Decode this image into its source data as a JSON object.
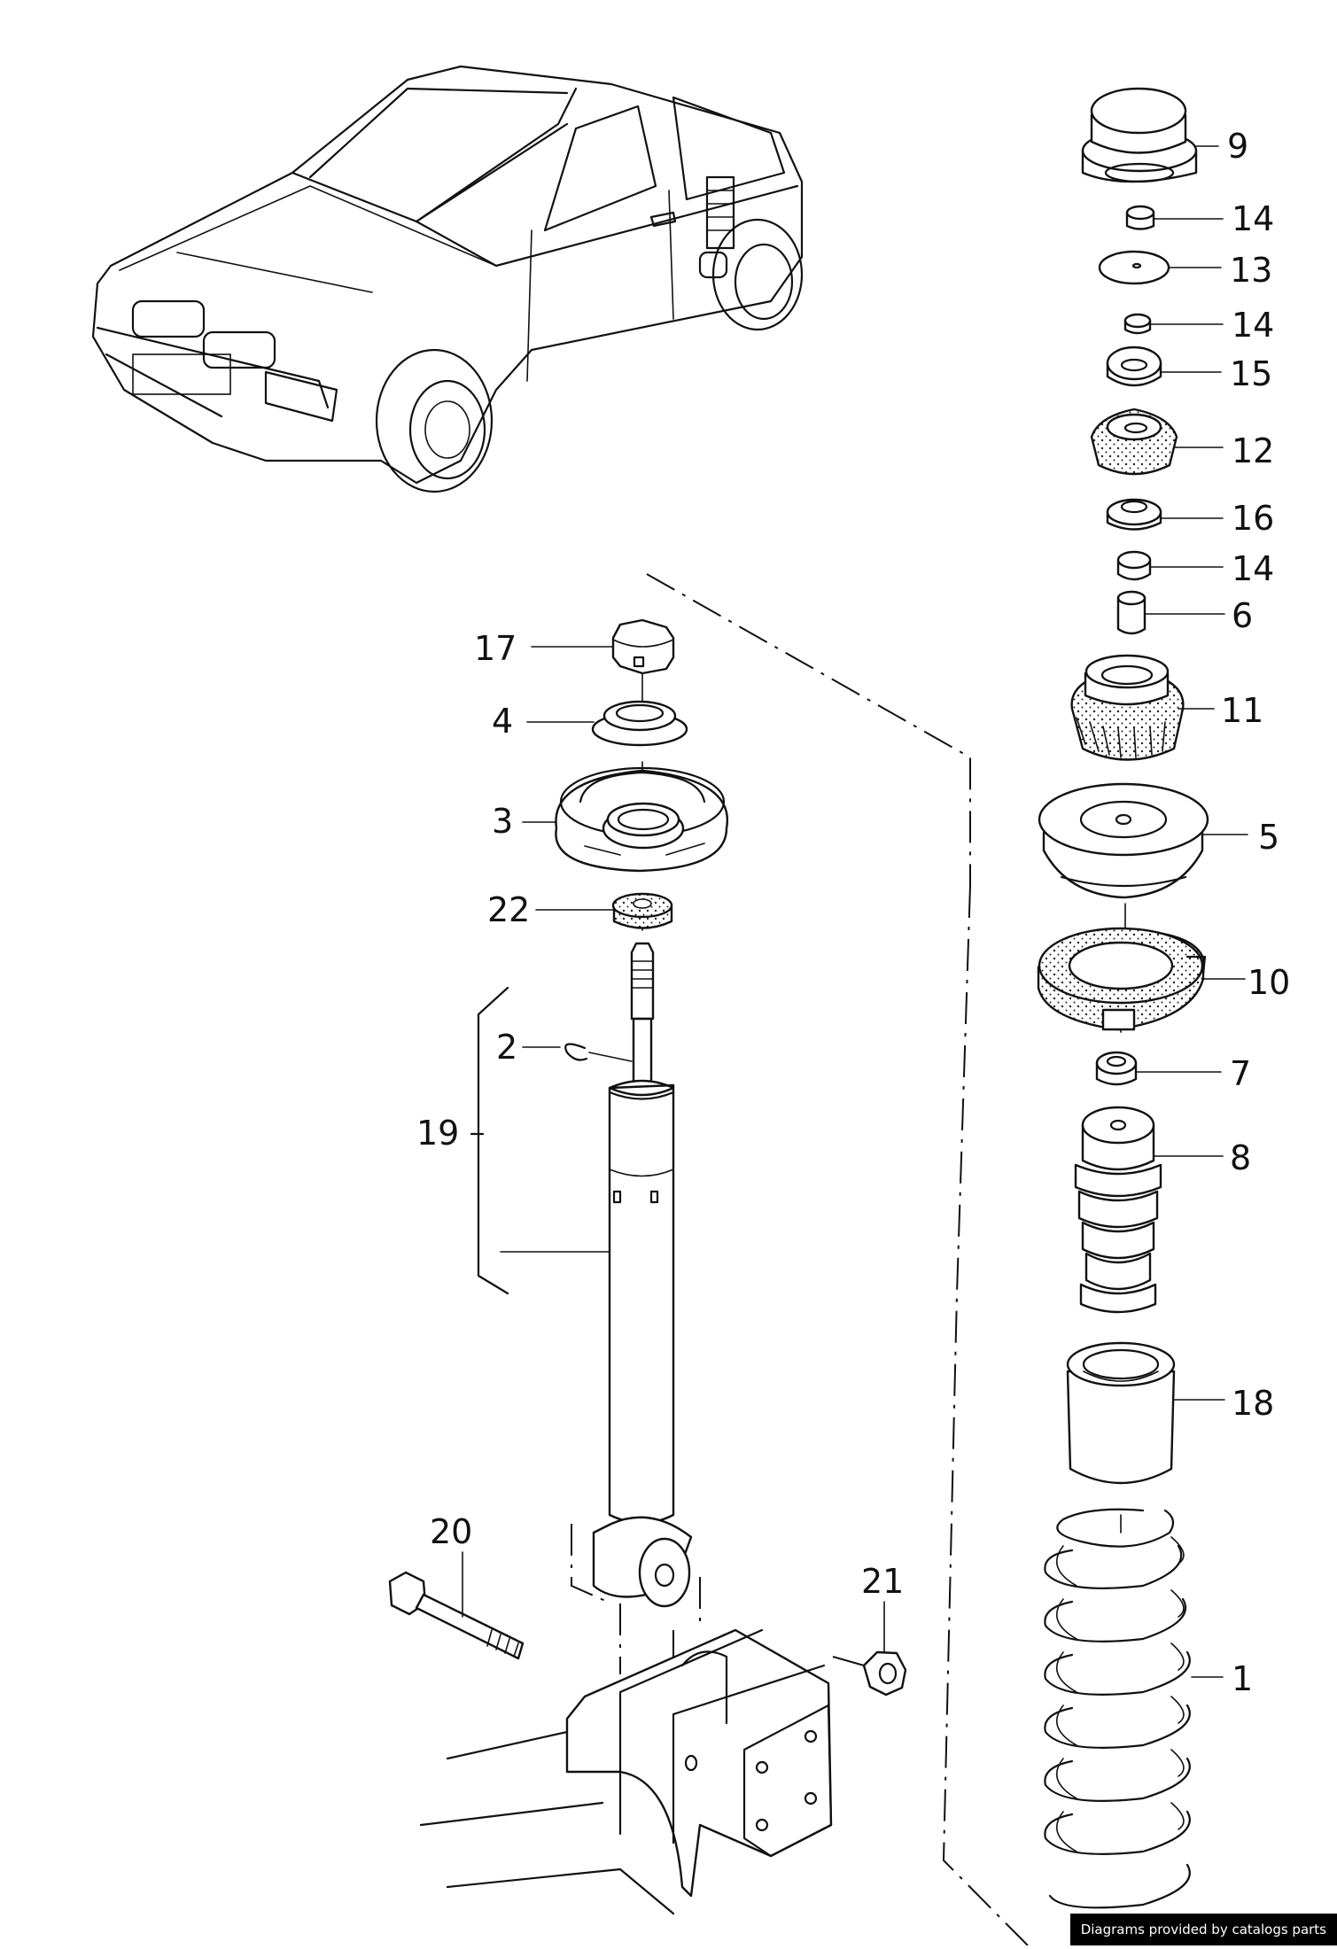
{
  "callouts": [
    {
      "id": "c1",
      "label": "1"
    },
    {
      "id": "c2",
      "label": "2"
    },
    {
      "id": "c3",
      "label": "3"
    },
    {
      "id": "c4",
      "label": "4"
    },
    {
      "id": "c5",
      "label": "5"
    },
    {
      "id": "c6",
      "label": "6"
    },
    {
      "id": "c7",
      "label": "7"
    },
    {
      "id": "c8",
      "label": "8"
    },
    {
      "id": "c9",
      "label": "9"
    },
    {
      "id": "c10",
      "label": "10"
    },
    {
      "id": "c11",
      "label": "11"
    },
    {
      "id": "c12",
      "label": "12"
    },
    {
      "id": "c13",
      "label": "13"
    },
    {
      "id": "c14a",
      "label": "14"
    },
    {
      "id": "c14b",
      "label": "14"
    },
    {
      "id": "c14c",
      "label": "14"
    },
    {
      "id": "c15",
      "label": "15"
    },
    {
      "id": "c16",
      "label": "16"
    },
    {
      "id": "c17",
      "label": "17"
    },
    {
      "id": "c18",
      "label": "18"
    },
    {
      "id": "c19",
      "label": "19"
    },
    {
      "id": "c20",
      "label": "20"
    },
    {
      "id": "c21",
      "label": "21"
    },
    {
      "id": "c22",
      "label": "22"
    }
  ],
  "watermark": "Diagrams provided by catalogs parts"
}
